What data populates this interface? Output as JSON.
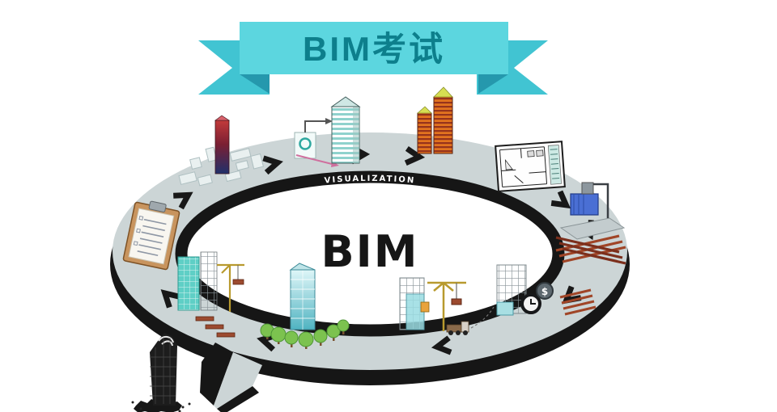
{
  "banner": {
    "title": "BIM考试",
    "colors": {
      "ribbon": "#5cd6df",
      "tails": "#41c4d2",
      "fold": "#2598ad",
      "text": "#0d7f8c"
    }
  },
  "ring": {
    "center_label": "BIM",
    "band_label": "VISUALIZATION",
    "colors": {
      "band": "#ccd5d6",
      "edge": "#161616",
      "band_text": "#ffffff",
      "center_text": "#161616"
    }
  },
  "stations": [
    {
      "name": "massing-model-icon",
      "desc": "white block site model with red-blue concept tower"
    },
    {
      "name": "analysis-highrise-icon",
      "desc": "striped high-rise with analysis schematic and arrows"
    },
    {
      "name": "energy-towers-icon",
      "desc": "orange heat-map twin towers with yellow roofs"
    },
    {
      "name": "floor-plan-icon",
      "desc": "2D construction drawing with teal legend strip"
    },
    {
      "name": "fabrication-machine-icon",
      "desc": "blue fabrication machine with crossed steel bars"
    },
    {
      "name": "cost-schedule-icon",
      "desc": "structural frame with clock and dollar coin",
      "badge": "$"
    },
    {
      "name": "construction-site-icon",
      "desc": "building under construction with tower crane and truck"
    },
    {
      "name": "completed-building-icon",
      "desc": "finished glass tower surrounded by trees"
    },
    {
      "name": "assembly-building-icon",
      "desc": "teal building with scaffold, crane and rebar stacks"
    },
    {
      "name": "clipboard-icon",
      "desc": "clipboard with specification checklist"
    },
    {
      "name": "demolition-sketch-icon",
      "desc": "black sketched building outside the loop"
    }
  ]
}
